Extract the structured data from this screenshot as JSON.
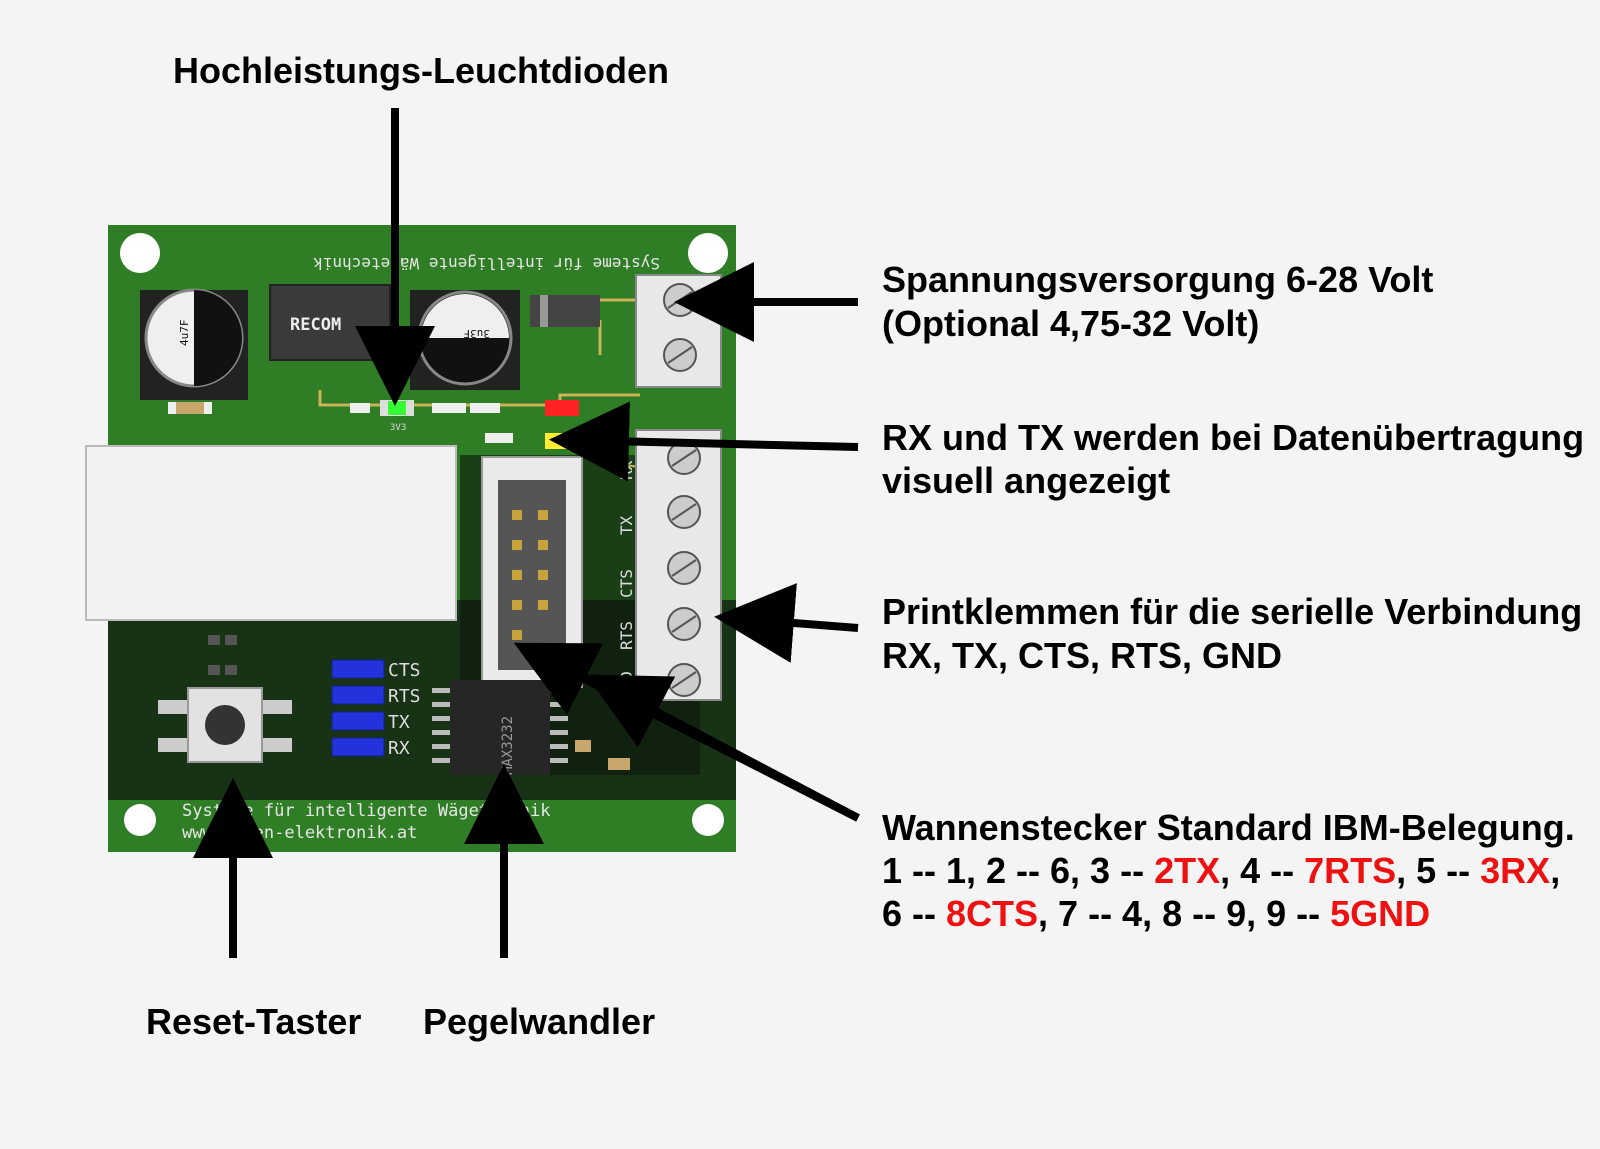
{
  "labels": {
    "leds": "Hochleistungs-Leuchtdioden",
    "power_line1": "Spannungsversorgung 6-28 Volt",
    "power_line2": "(Optional 4,75-32 Volt)",
    "rxtx_line1": "RX und TX werden bei Datenübertragung",
    "rxtx_line2": "visuell angezeigt",
    "terminals_line1": "Printklemmen für die serielle Verbindung",
    "terminals_line2": "RX, TX, CTS, RTS, GND",
    "header_title": "Wannenstecker Standard IBM-Belegung.",
    "pinmap_line1": [
      "1 -- 1, 2 -- 6, 3 -- ",
      "2TX",
      ", 4 -- ",
      "7RTS",
      ", 5 -- ",
      "3RX",
      ","
    ],
    "pinmap_line2": [
      "6 -- ",
      "8CTS",
      ", 7 -- 4, 8 -- 9, 9 -- ",
      "5GND"
    ],
    "reset": "Reset-Taster",
    "converter": "Pegelwandler"
  },
  "board": {
    "silk_top": "Systeme für intelligente Wägetechnik",
    "silk_bottom_1": "Systeme für intelligente Wägetechnik",
    "silk_bottom_2": "www.wagen-elektronik.at",
    "recom": "RECOM",
    "cap_left": "4u7F",
    "cap_right": "3u3F",
    "led_label": "3V3",
    "ic_label": "MAX3232",
    "jumper_labels": [
      "CTS",
      "RTS",
      "TX",
      "RX"
    ],
    "terminal_labels": [
      "RX",
      "TX",
      "CTS",
      "RTS",
      "GND"
    ]
  },
  "colors": {
    "pcb": "#2f7d24",
    "highlight": "#ee1111",
    "led_green": "#33ff33",
    "led_red": "#ff2222",
    "led_yellow": "#ffee33",
    "jumper_blue": "#2233dd"
  }
}
